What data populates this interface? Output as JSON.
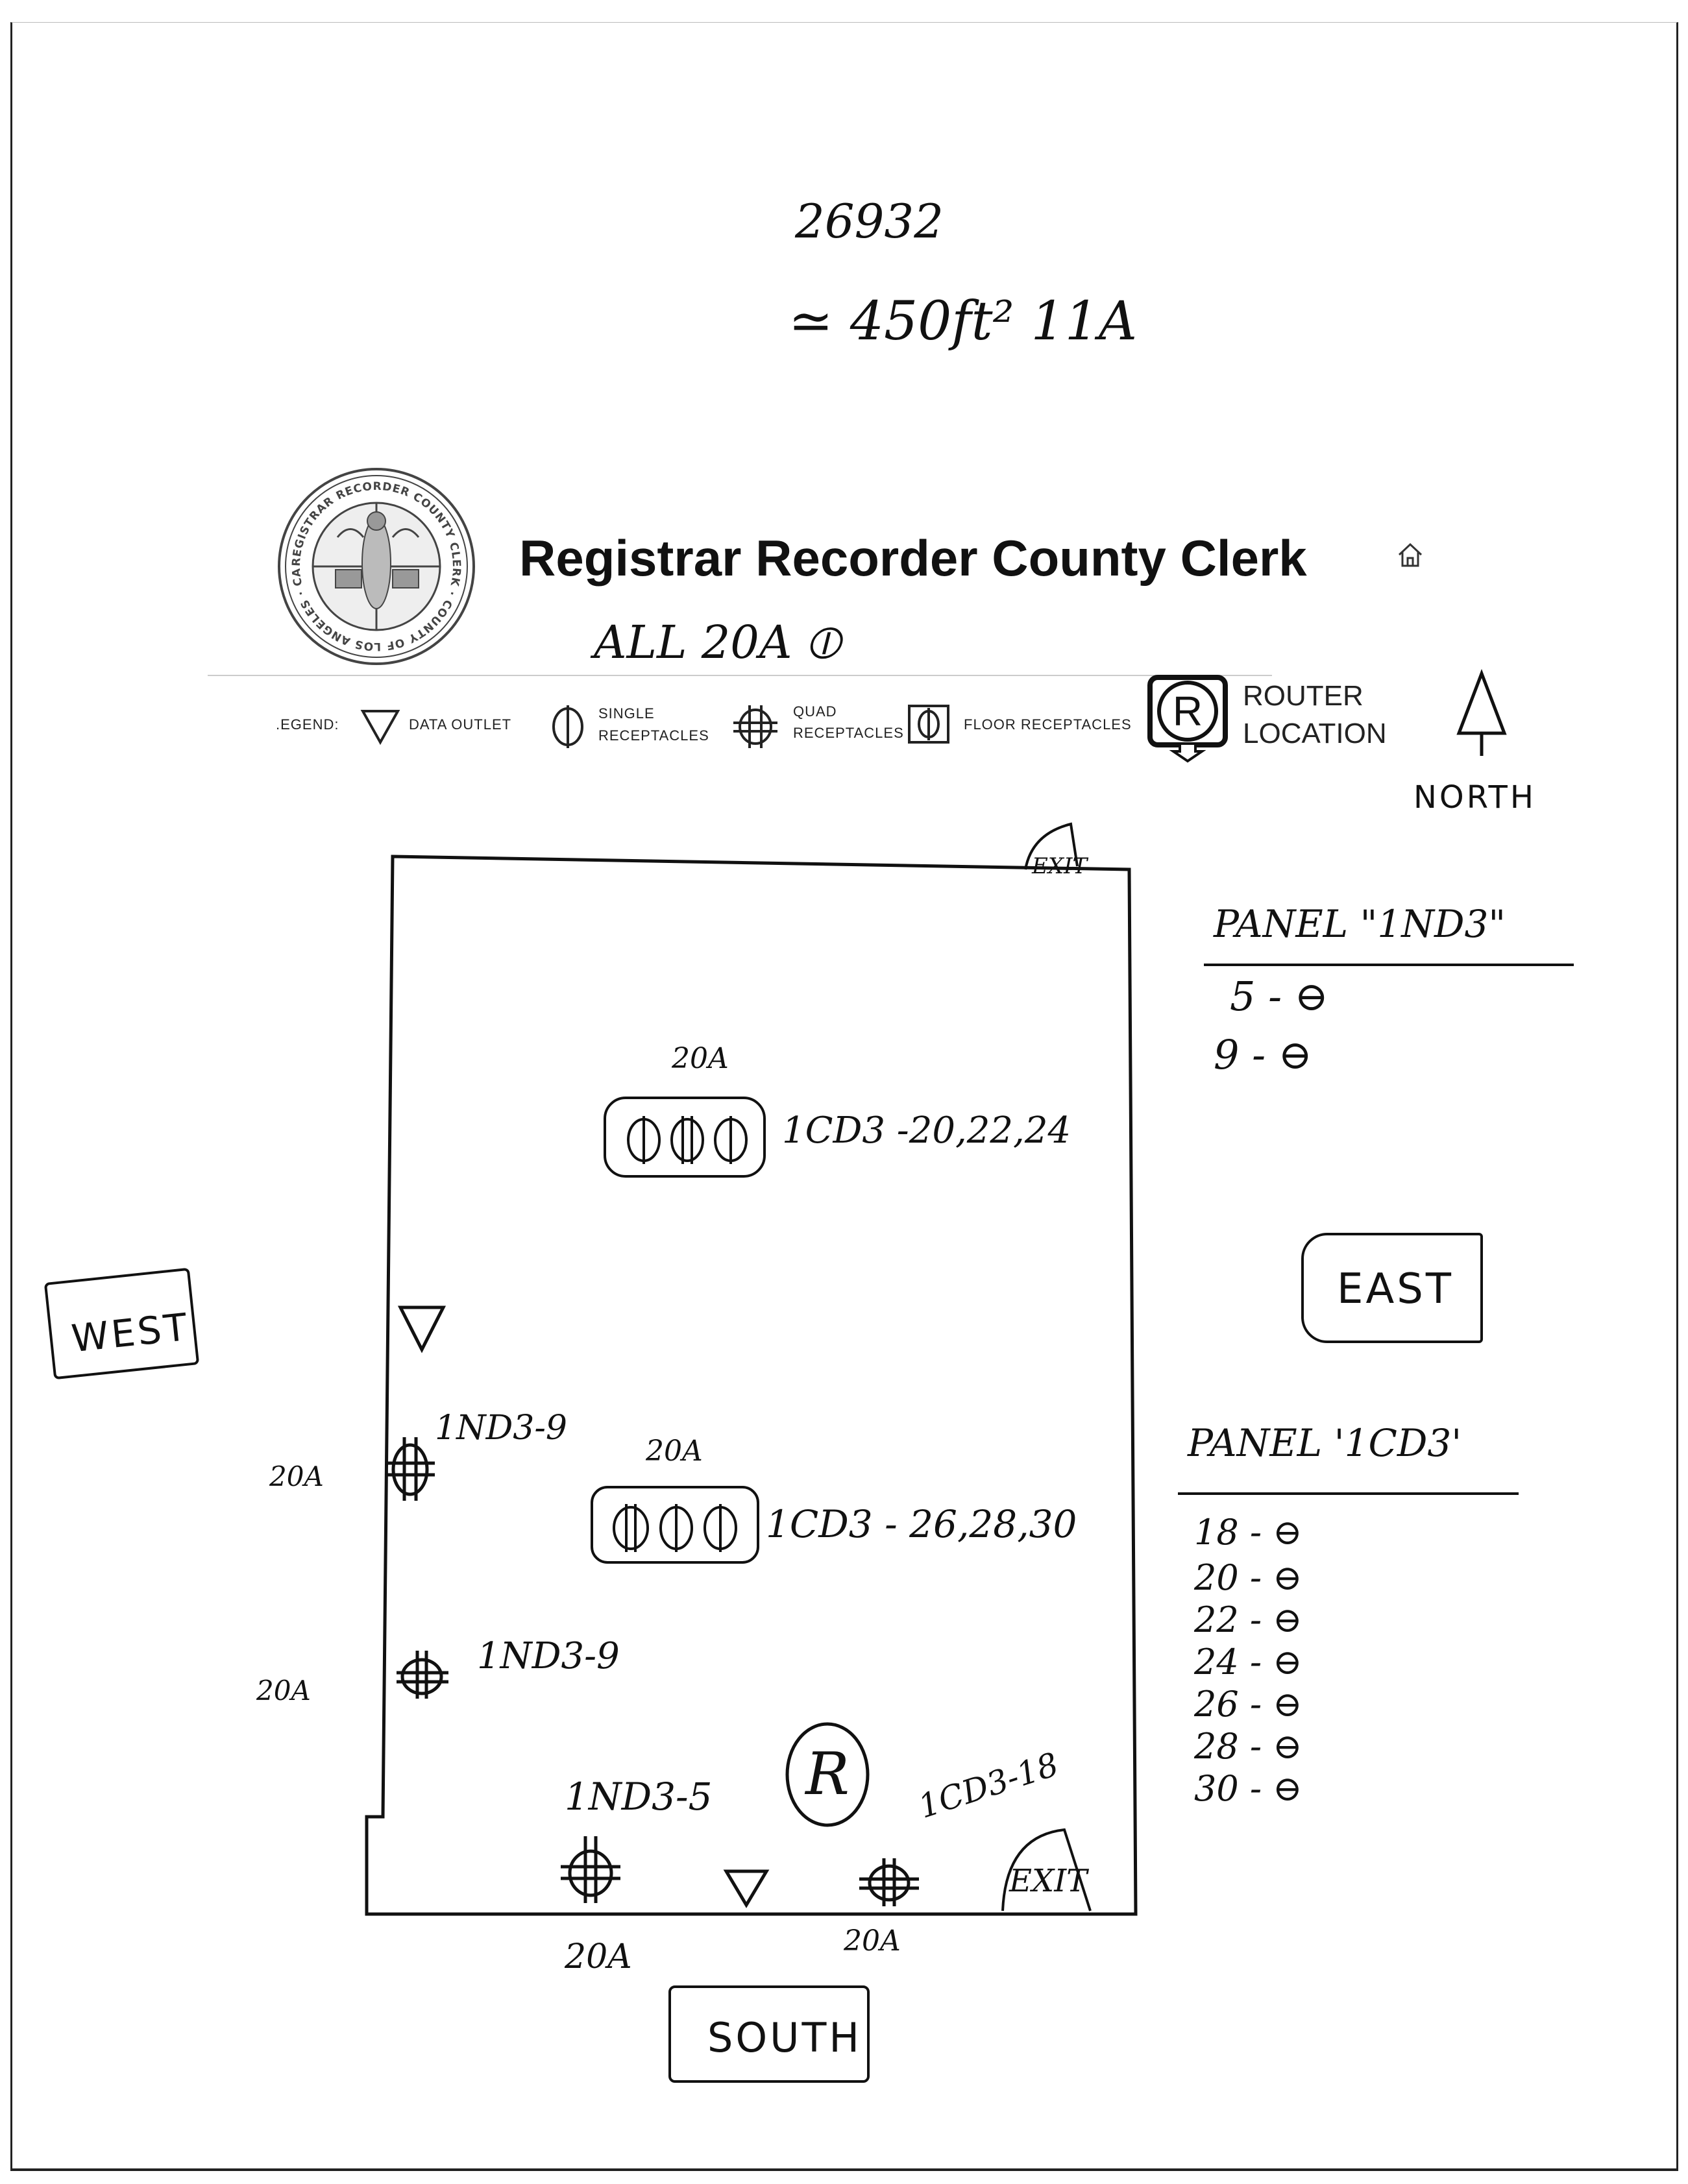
{
  "header": {
    "notes": {
      "number": "26932",
      "area": "≃ 450ft²  11A"
    },
    "title": "Registrar Recorder County Clerk",
    "all_note": "ALL 20A ⦶"
  },
  "seal": {
    "ring_text": "REGISTRAR RECORDER COUNTY CLERK · COUNTY OF LOS ANGELES · CALIFORNIA"
  },
  "legend": {
    "label": ".EGEND:",
    "data_outlet": "DATA OUTLET",
    "single": [
      "SINGLE",
      "RECEPTACLES"
    ],
    "quad": [
      "QUAD",
      "RECEPTACLES"
    ],
    "floor": "FLOOR RECEPTACLES",
    "router": [
      "ROUTER",
      "LOCATION"
    ],
    "router_letter": "R"
  },
  "compass": {
    "north": "NORTH",
    "east": "EAST",
    "west": "WEST",
    "south": "SOUTH"
  },
  "floor_plan": {
    "exit_top": "EXIT",
    "exit_bottom": "EXIT",
    "top_cluster": {
      "amp": "20A",
      "label": "1CD3 -20,22,24"
    },
    "mid_cluster": {
      "amp": "20A",
      "label": "1CD3 - 26,28,30"
    },
    "west_quad_1": {
      "amp": "20A",
      "label": "1ND3-9"
    },
    "west_quad_2": {
      "amp": "20A",
      "label": "1ND3-9"
    },
    "router_label": "1ND3-5",
    "router_letter": "R",
    "south_quad_left_amp": "20A",
    "south_quad_right": {
      "amp": "20A",
      "label": "1CD3-18"
    }
  },
  "panels": {
    "ind3": {
      "title": "PANEL \"1ND3\"",
      "entries": [
        "5 - ⊖",
        "9 - ⊖"
      ]
    },
    "icd3": {
      "title": "PANEL '1CD3'",
      "entries": [
        "18 - ⊖",
        "20 - ⊖",
        "22 - ⊖",
        "24 - ⊖",
        "26 - ⊖",
        "28 - ⊖",
        "30 - ⊖"
      ]
    }
  },
  "colors": {
    "ink": "#111111",
    "paper": "#ffffff",
    "seal_gray": "#555555"
  }
}
